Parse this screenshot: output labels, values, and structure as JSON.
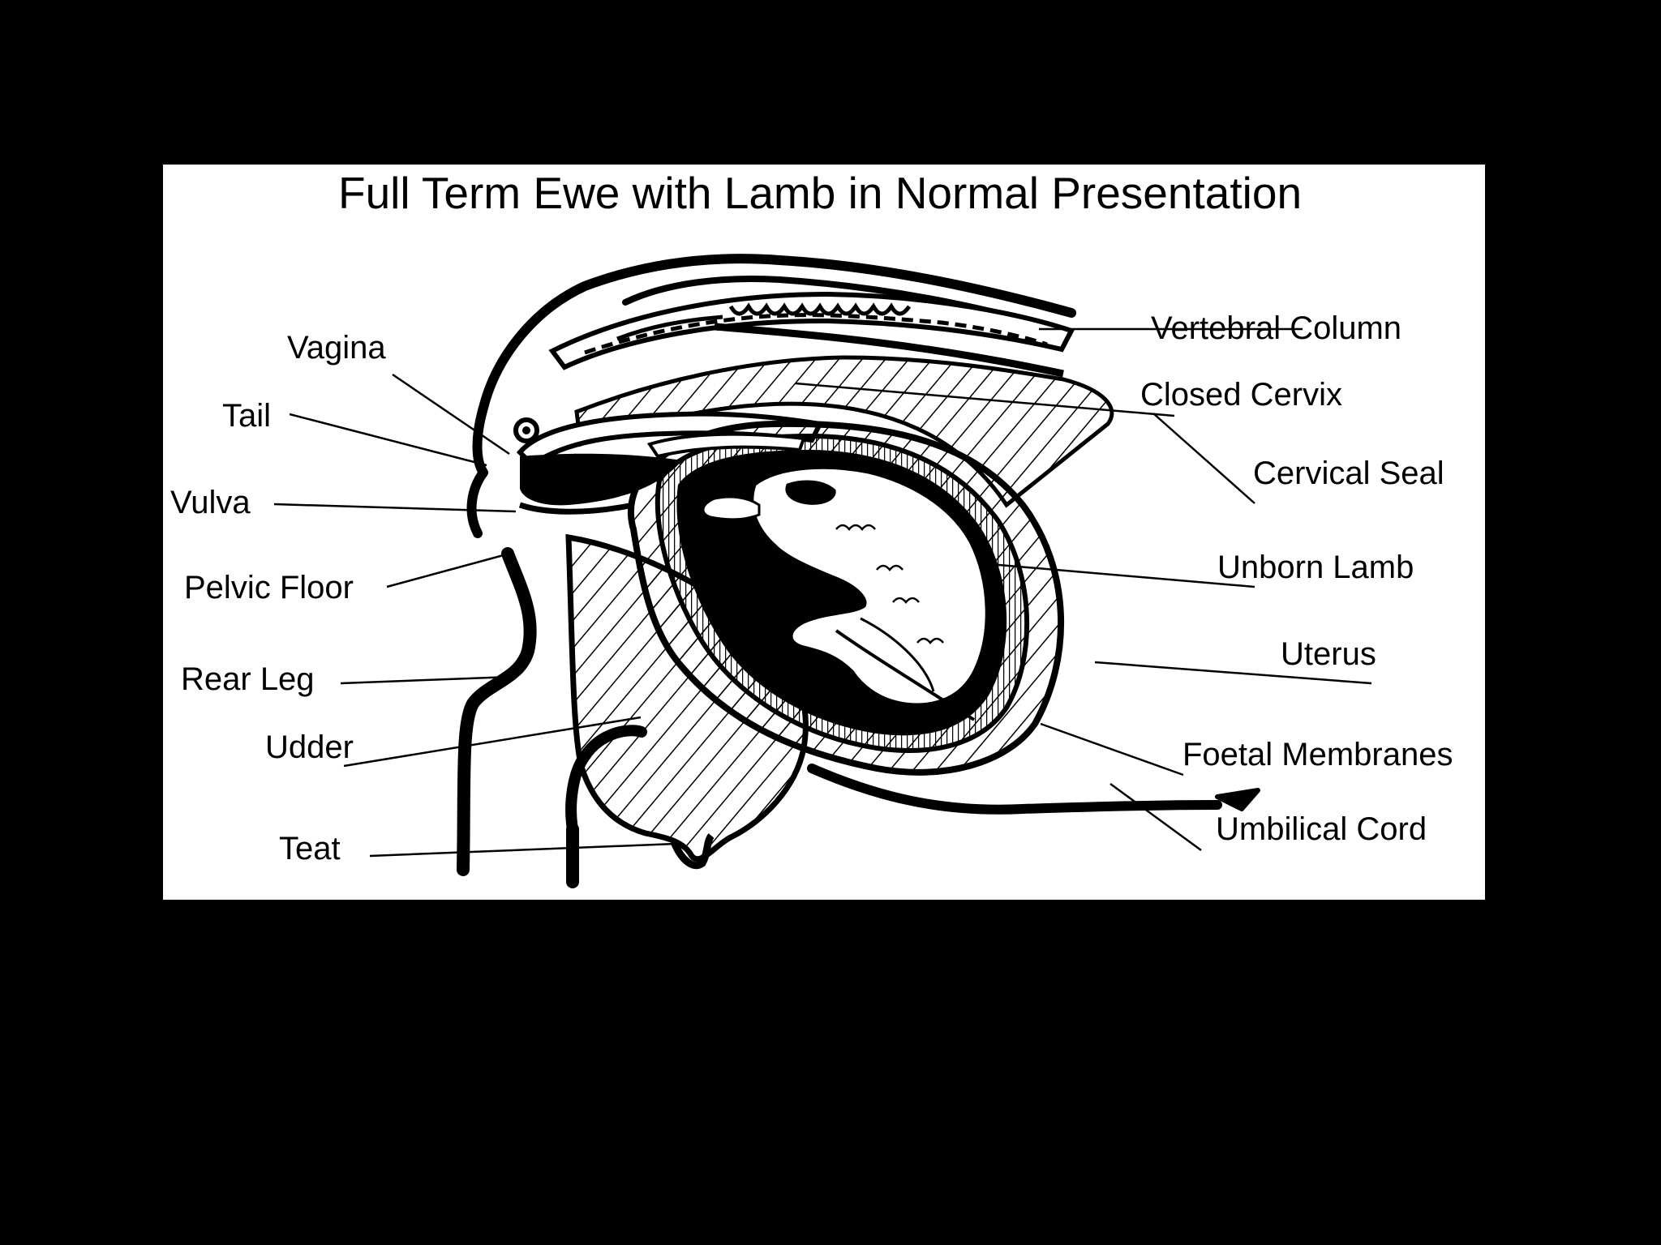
{
  "diagram": {
    "title": "Full Term Ewe with Lamb in Normal Presentation",
    "colors": {
      "background": "#000000",
      "panel": "#ffffff",
      "ink": "#000000"
    },
    "labels_left": {
      "vagina": "Vagina",
      "tail": "Tail",
      "vulva": "Vulva",
      "pelvic_floor": "Pelvic Floor",
      "rear_leg": "Rear Leg",
      "udder": "Udder",
      "teat": "Teat"
    },
    "labels_right": {
      "vertebral_column": "Vertebral Column",
      "closed_cervix": "Closed Cervix",
      "cervical_seal": "Cervical Seal",
      "unborn_lamb": "Unborn Lamb",
      "uterus": "Uterus",
      "foetal_membranes": "Foetal Membranes",
      "umbilical_cord": "Umbilical Cord"
    }
  }
}
